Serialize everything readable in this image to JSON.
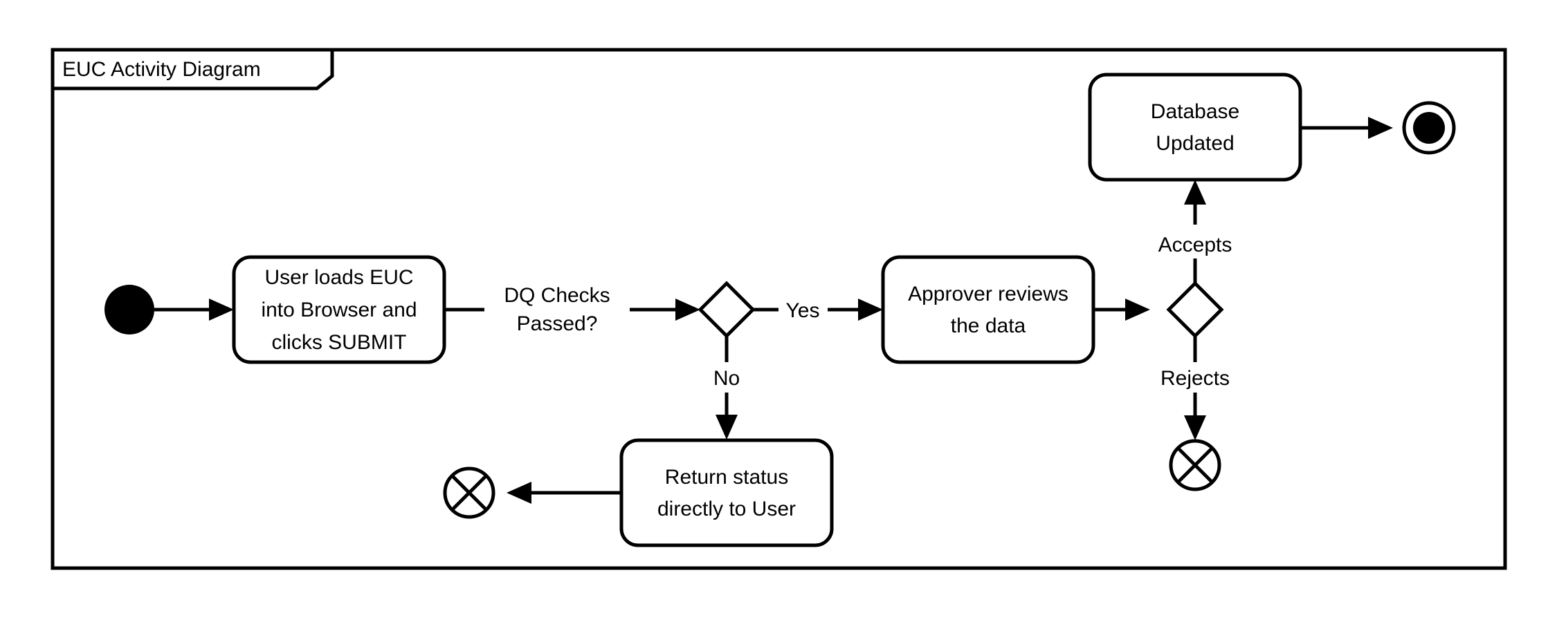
{
  "diagram": {
    "kind": "uml-activity-diagram",
    "frame_title": "EUC Activity Diagram",
    "colors": {
      "stroke": "#000000",
      "fill": "#ffffff",
      "background": "#ffffff"
    },
    "nodes": {
      "initial": {
        "type": "initial-node",
        "label": ""
      },
      "activity_load": {
        "type": "activity",
        "line1": "User loads EUC",
        "line2": "into Browser and",
        "line3": "clicks SUBMIT"
      },
      "decision_dq": {
        "type": "decision",
        "label": ""
      },
      "activity_review": {
        "type": "activity",
        "line1": "Approver reviews",
        "line2": "the data"
      },
      "decision_approval": {
        "type": "decision",
        "label": ""
      },
      "activity_db": {
        "type": "activity",
        "line1": "Database",
        "line2": "Updated"
      },
      "activity_return": {
        "type": "activity",
        "line1": "Return status",
        "line2": "directly to User"
      },
      "final": {
        "type": "activity-final-node",
        "label": ""
      },
      "flow_final_return": {
        "type": "flow-final-node",
        "label": ""
      },
      "flow_final_reject": {
        "type": "flow-final-node",
        "label": ""
      }
    },
    "edges": [
      {
        "from": "initial",
        "to": "activity_load",
        "label": ""
      },
      {
        "from": "activity_load",
        "to": "decision_dq",
        "label_line1": "DQ Checks",
        "label_line2": "Passed?"
      },
      {
        "from": "decision_dq",
        "to": "activity_review",
        "label": "Yes"
      },
      {
        "from": "decision_dq",
        "to": "activity_return",
        "label": "No"
      },
      {
        "from": "activity_return",
        "to": "flow_final_return",
        "label": ""
      },
      {
        "from": "activity_review",
        "to": "decision_approval",
        "label": ""
      },
      {
        "from": "decision_approval",
        "to": "activity_db",
        "label": "Accepts"
      },
      {
        "from": "decision_approval",
        "to": "flow_final_reject",
        "label": "Rejects"
      },
      {
        "from": "activity_db",
        "to": "final",
        "label": ""
      }
    ],
    "edge_labels": {
      "dq_checks_1": "DQ Checks",
      "dq_checks_2": "Passed?",
      "yes": "Yes",
      "no": "No",
      "accepts": "Accepts",
      "rejects": "Rejects"
    }
  }
}
